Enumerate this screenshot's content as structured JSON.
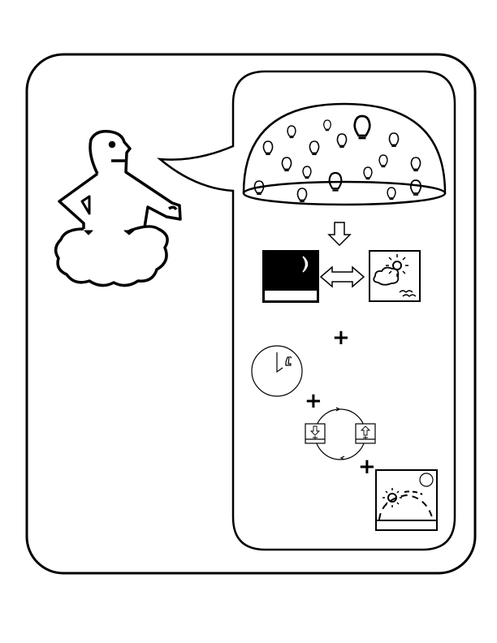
{
  "diagram": {
    "plus_signs": [
      "+",
      "+",
      "+"
    ],
    "colors": {
      "ink": "#000000",
      "background": "#ffffff"
    },
    "icons": [
      "person-on-cloud",
      "speech-bubble",
      "light-bulb-dome",
      "down-arrow",
      "night-panel",
      "double-arrow",
      "day-panel",
      "clock",
      "sunrise-sunset-cycle",
      "sun-path-panel"
    ]
  }
}
